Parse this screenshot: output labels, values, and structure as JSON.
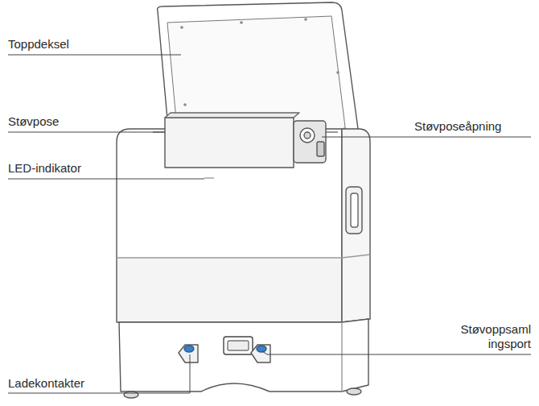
{
  "diagram": {
    "labels": [
      "Toppdeksel",
      "Støvpose",
      "Støvposeåpning",
      "LED-indikator",
      "Støvoppsaml ingsport",
      "Ladekontakter"
    ]
  }
}
